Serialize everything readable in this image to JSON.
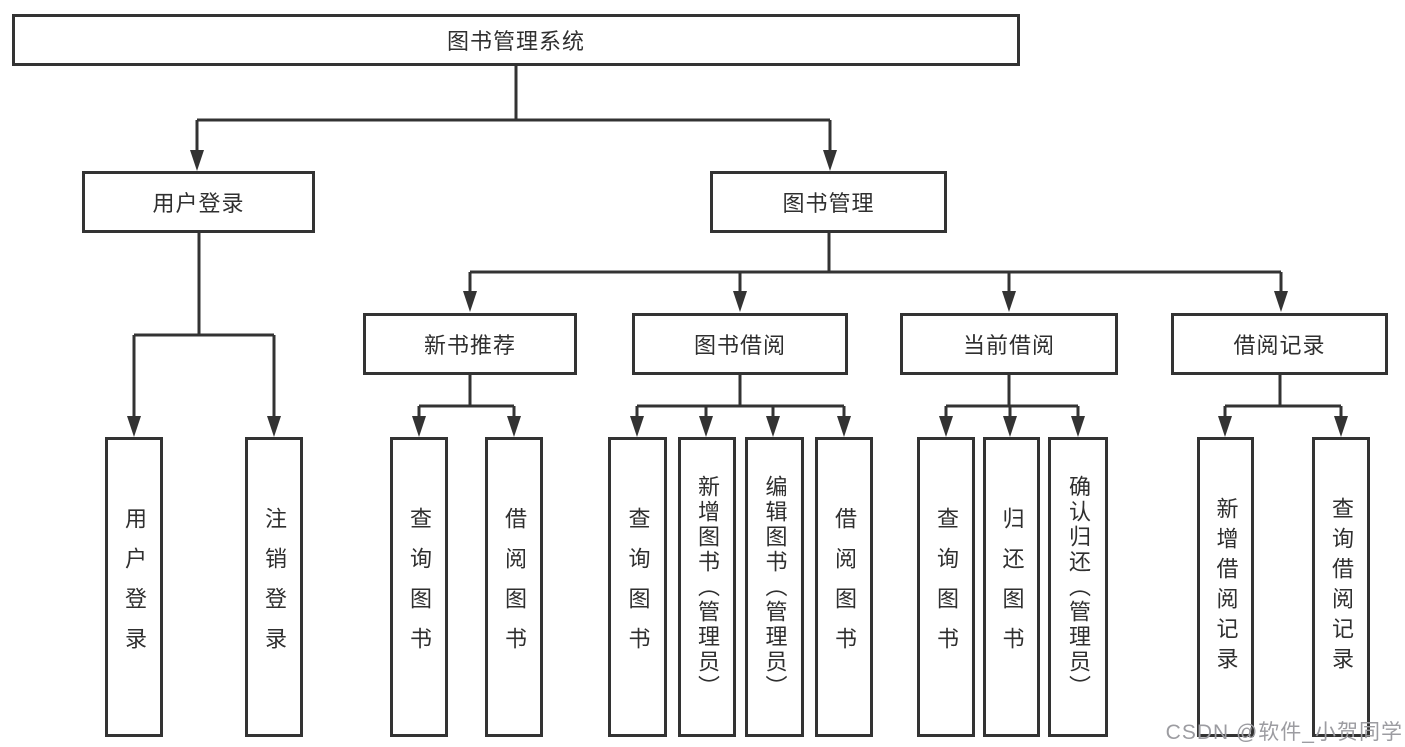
{
  "diagram": {
    "root": "图书管理系统",
    "level2": {
      "user_login": "用户登录",
      "book_management": "图书管理"
    },
    "level3": {
      "new_books": "新书推荐",
      "book_borrow": "图书借阅",
      "current_borrow": "当前借阅",
      "borrow_records": "借阅记录"
    },
    "leaves": {
      "user_login": [
        "用户登录",
        "注销登录"
      ],
      "new_books": [
        "查询图书",
        "借阅图书"
      ],
      "book_borrow": [
        "查询图书",
        "新增图书（管理员）",
        "编辑图书（管理员）",
        "借阅图书"
      ],
      "current_borrow": [
        "查询图书",
        "归还图书",
        "确认归还（管理员）"
      ],
      "borrow_records": [
        "新增借阅记录",
        "查询借阅记录"
      ]
    },
    "watermark": "CSDN @软件_小贺同学",
    "colors": {
      "line": "#333333",
      "text": "#2f2f2f",
      "watermark": "#9c9ca1",
      "background": "#ffffff"
    }
  }
}
